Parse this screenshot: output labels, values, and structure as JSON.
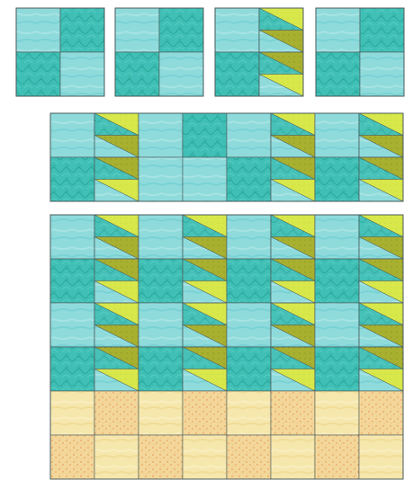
{
  "colors": {
    "aqua_light": "#8fdbdc",
    "aqua_mid": "#6fcfcf",
    "teal_swirl": "#3fbfb5",
    "swirl_line": "#2aa89a",
    "lime": "#d8e84a",
    "lime_dark": "#b9cc2c",
    "olive": "#a8b030",
    "olive_dark": "#8f9622",
    "cream": "#f6e7ad",
    "peach": "#f3d79a",
    "dot_orange": "#e9a25a",
    "seam": "#4a5a5a",
    "background": "#ffffff"
  },
  "fabric_icons": {
    "A": "fabric-aqua-plain-icon",
    "S": "fabric-teal-swirl-icon",
    "C": "fabric-cream-icon",
    "P": "fabric-peach-dot-icon",
    "Y": "flying-geese-lime-icon",
    "O": "flying-geese-olive-icon"
  },
  "demo_blocks": [
    {
      "id": "block-step-1",
      "cells": [
        [
          "A",
          "S"
        ],
        [
          "S",
          "A"
        ]
      ]
    },
    {
      "id": "block-step-2",
      "cells": [
        [
          "A",
          "S"
        ],
        [
          "S",
          "A"
        ]
      ]
    },
    {
      "id": "block-step-3",
      "cells": [
        [
          "A",
          "Y"
        ],
        [
          "S",
          "O"
        ]
      ]
    },
    {
      "id": "block-step-4",
      "cells": [
        [
          "A",
          "S"
        ],
        [
          "S",
          "A"
        ]
      ]
    }
  ],
  "row_assembly": {
    "id": "row-assembly",
    "cells": [
      [
        "A",
        "Y",
        "A",
        "S",
        "A",
        "Y",
        "A",
        "Y"
      ],
      [
        "S",
        "O",
        "A",
        "A",
        "S",
        "O",
        "S",
        "O"
      ]
    ]
  },
  "quilt_top": {
    "id": "quilt-top",
    "cells": [
      [
        "A",
        "Y",
        "A",
        "Y",
        "A",
        "Y",
        "A",
        "Y"
      ],
      [
        "S",
        "O",
        "S",
        "O",
        "S",
        "O",
        "S",
        "O"
      ],
      [
        "A",
        "Y",
        "A",
        "Y",
        "A",
        "Y",
        "A",
        "Y"
      ],
      [
        "S",
        "O",
        "S",
        "O",
        "S",
        "O",
        "S",
        "O"
      ],
      [
        "C",
        "P",
        "C",
        "P",
        "C",
        "P",
        "C",
        "P"
      ],
      [
        "P",
        "C",
        "P",
        "C",
        "P",
        "C",
        "P",
        "C"
      ]
    ]
  }
}
